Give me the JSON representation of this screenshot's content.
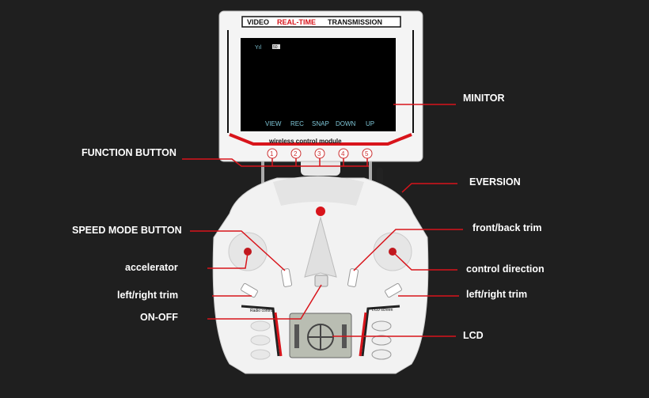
{
  "monitor": {
    "header": {
      "part1": "VIDEO",
      "part2": "REAL-TIME",
      "part3": "TRANSMISSION"
    },
    "footer": "wireless control module",
    "status": {
      "signal_icon": "signal-icon",
      "battery": "50"
    },
    "menu": [
      "VIEW",
      "REC",
      "SNAP",
      "DOWN",
      "UP"
    ],
    "buttons": [
      "1",
      "2",
      "3",
      "4",
      "5"
    ]
  },
  "controller": {
    "left_panel_label": "Radio control",
    "right_panel_label": "LCD screen"
  },
  "labels": {
    "monitor": "MINITOR",
    "function_button": "FUNCTION BUTTON",
    "eversion": "EVERSION",
    "speed_mode_button": "SPEED MODE BUTTON",
    "front_back_trim": "front/back trim",
    "accelerator": "accelerator",
    "control_direction": "control direction",
    "left_right_trim_left": "left/right trim",
    "left_right_trim_right": "left/right trim",
    "on_off": "ON-OFF",
    "lcd": "LCD"
  },
  "colors": {
    "background": "#1f1f1f",
    "accent": "#d8141b",
    "screen_text": "#7fc7d8"
  }
}
